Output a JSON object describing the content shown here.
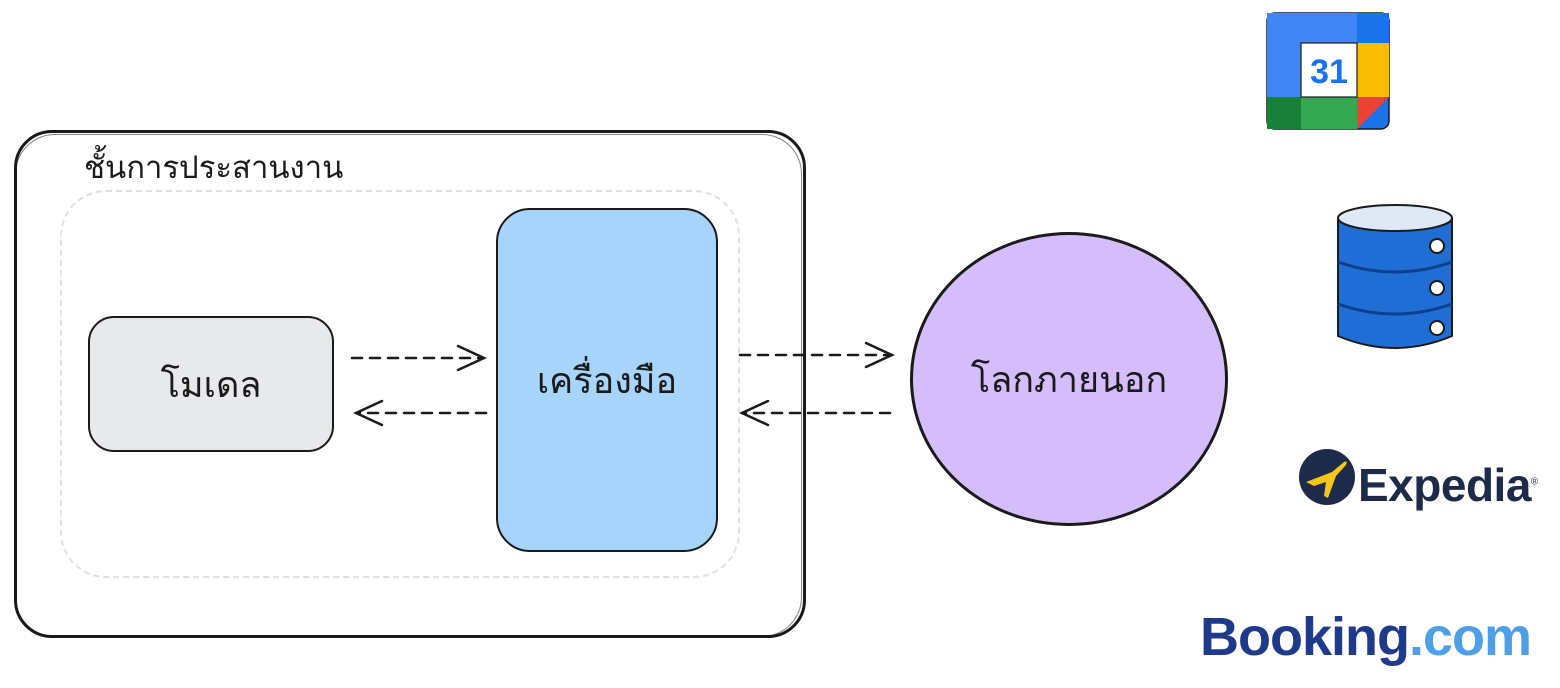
{
  "layer": {
    "title": "ชั้นการประสานงาน"
  },
  "nodes": {
    "model": "โมเดล",
    "tools": "เครื่องมือ",
    "world": "โลกภายนอก"
  },
  "logos": {
    "calendar": {
      "name": "calendar-icon",
      "number": "31"
    },
    "database": {
      "name": "database-icon"
    },
    "expedia": {
      "text": "Expedia",
      "mark": "®"
    },
    "booking": {
      "part1": "Booking",
      "part2": ".com"
    }
  },
  "colors": {
    "model_fill": "#e8e9ec",
    "tools_fill": "#a6d4fb",
    "world_fill": "#d4bdfa",
    "expedia_navy": "#1e2a4a",
    "expedia_yellow": "#f5c518",
    "booking_dark": "#1f3a8a",
    "booking_light": "#4f9fe6"
  }
}
